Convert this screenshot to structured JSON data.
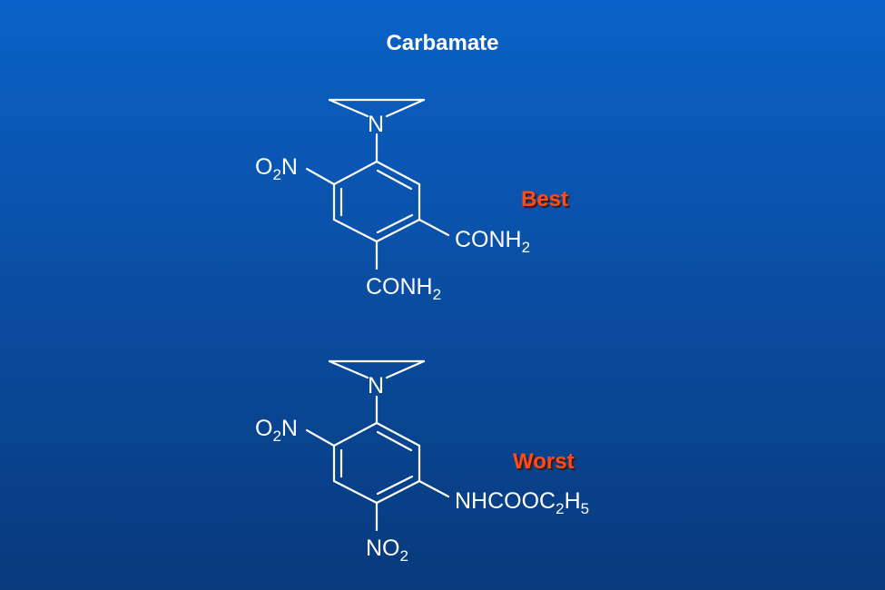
{
  "slide": {
    "title": "Carbamate"
  },
  "molecule_top": {
    "ring_n": "N",
    "left_group": {
      "main": "O",
      "sub": "2",
      "tail": "N"
    },
    "right_group": {
      "main": "CONH",
      "sub": "2"
    },
    "bottom_group": {
      "main": "CONH",
      "sub": "2"
    },
    "rating": "Best"
  },
  "molecule_bottom": {
    "ring_n": "N",
    "left_group": {
      "main": "O",
      "sub": "2",
      "tail": "N"
    },
    "right_group": {
      "main": "NHCOOC",
      "sub": "2",
      "tail": "H",
      "sub2": "5"
    },
    "bottom_group": {
      "main": "NO",
      "sub": "2"
    },
    "rating": "Worst"
  },
  "colors": {
    "background_top": "#0a62c8",
    "background_bottom": "#083a7c",
    "text": "#ffffff",
    "rating": "#ff4a1c"
  }
}
